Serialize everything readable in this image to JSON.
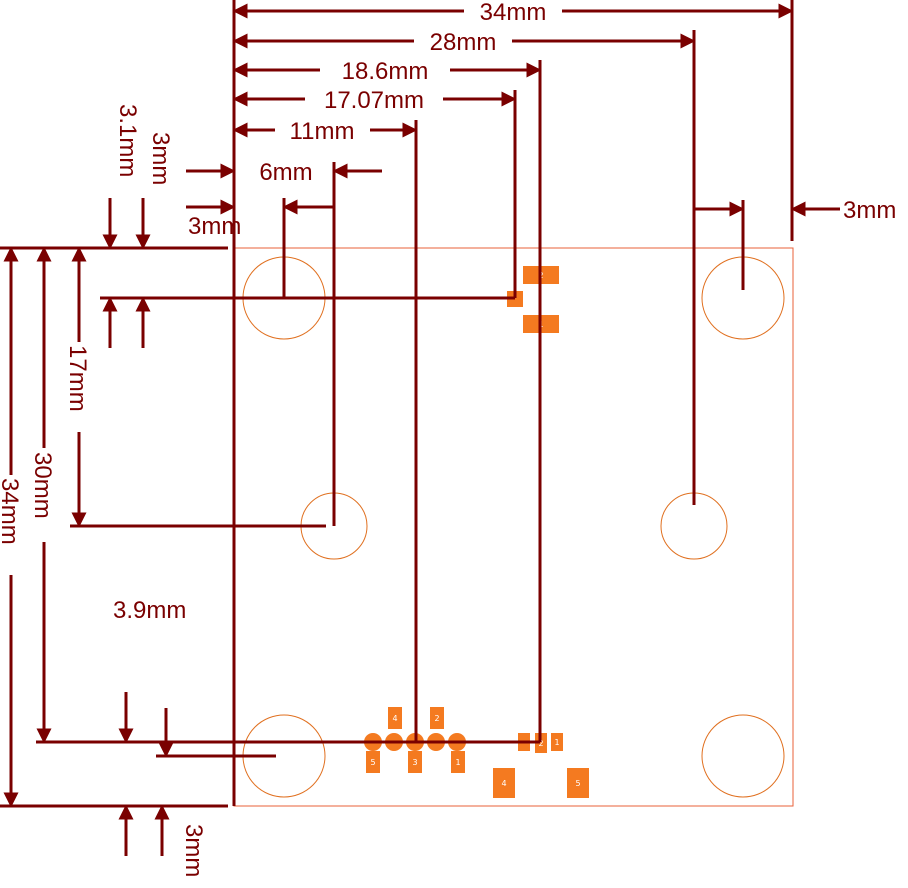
{
  "colors": {
    "dimension": "#7a0000",
    "board_outline": "#e8603a",
    "copper": "#f47a20",
    "hole_outline": "#e07020",
    "background": "#ffffff"
  },
  "dimensions": {
    "width_total": "34mm",
    "hole_x_28": "28mm",
    "conn_x_18_6": "18.6mm",
    "part_x_17_07": "17.07mm",
    "conn_x_11": "11mm",
    "hole_x_6": "6mm",
    "hole_offset_right": "3mm",
    "hole_offset_left": "3mm",
    "top_offset_3_1": "3.1mm",
    "top_offset_3": "3mm",
    "hole_y_17": "17mm",
    "hole_y_30": "30mm",
    "height_total": "34mm",
    "conn_y_3_9": "3.9mm",
    "bottom_offset_3": "3mm"
  },
  "pad_labels": {
    "j1": [
      "4",
      "2",
      "5",
      "3",
      "1"
    ],
    "u1": [
      "2",
      "1"
    ],
    "jack": [
      "4",
      "5"
    ],
    "top_cap": [
      "2",
      "1"
    ]
  }
}
